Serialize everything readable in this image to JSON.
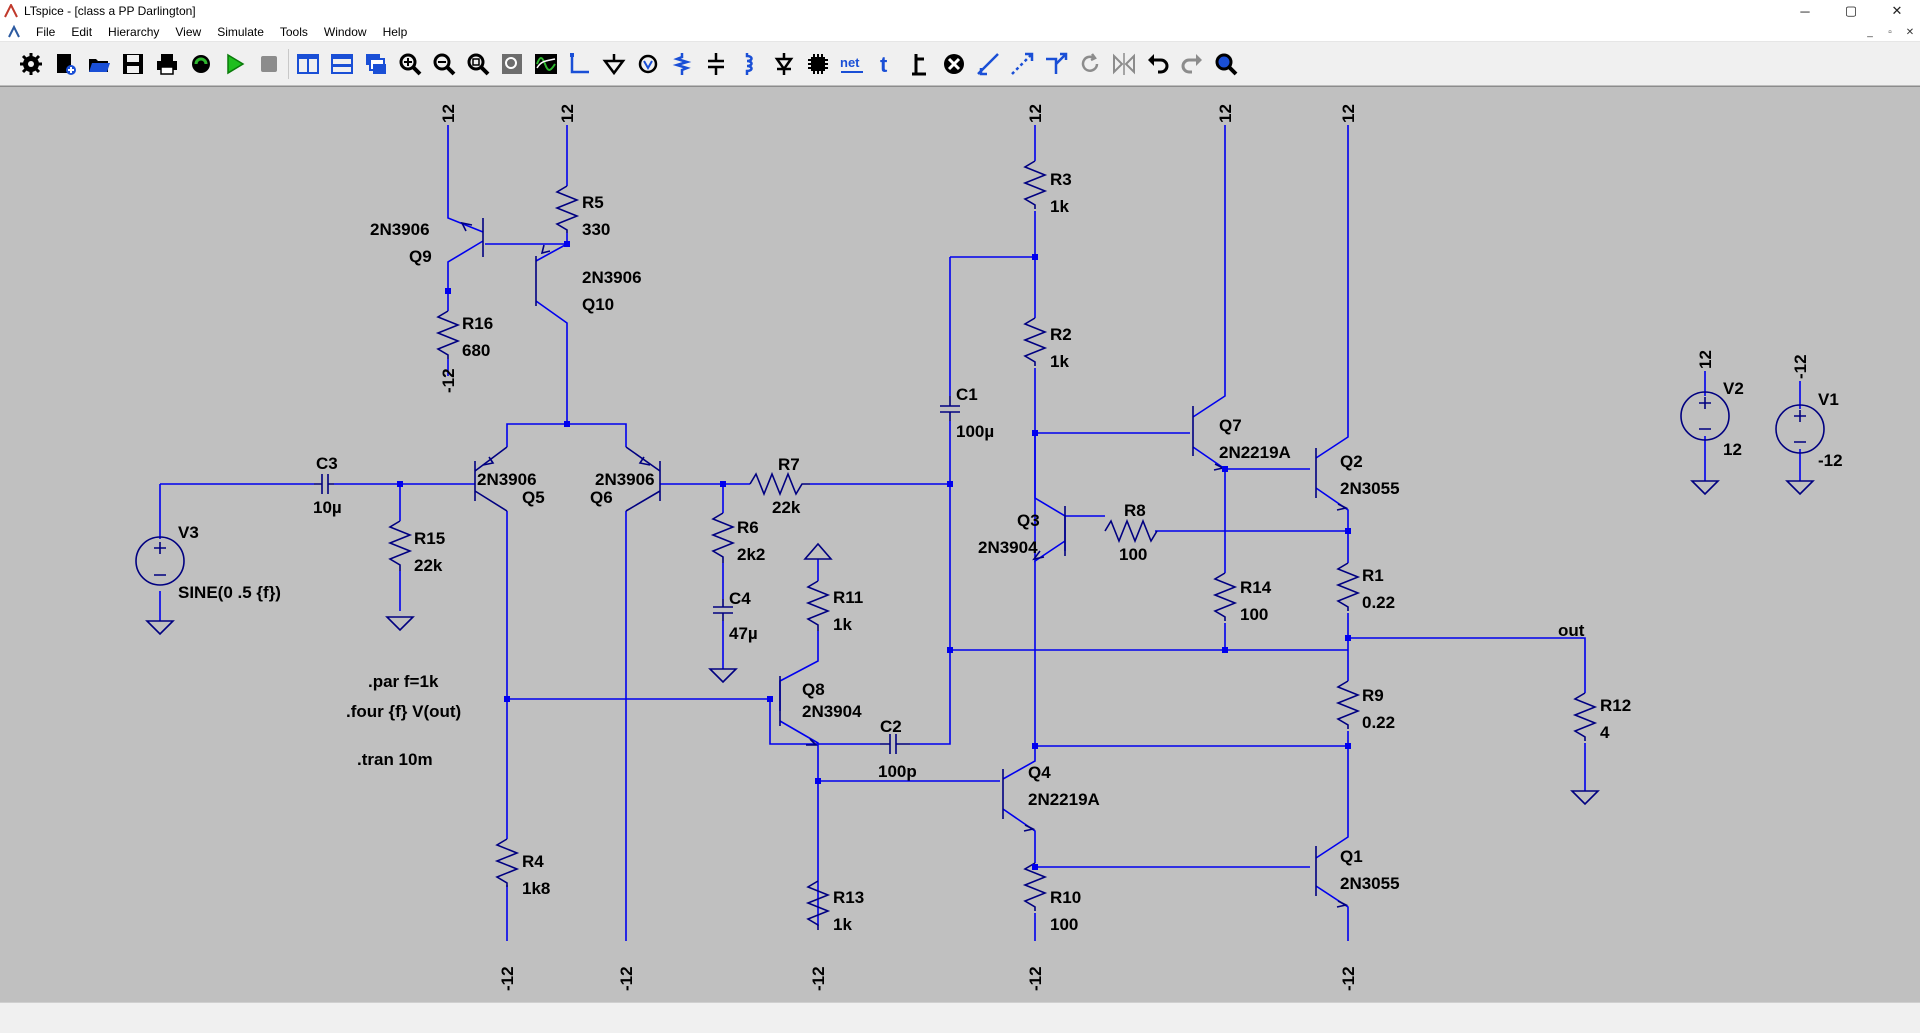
{
  "window": {
    "title": "LTspice - [class a PP Darlington]",
    "minimize": "─",
    "maximize": "▢",
    "close": "✕"
  },
  "menu": {
    "items": [
      "File",
      "Edit",
      "Hierarchy",
      "View",
      "Simulate",
      "Tools",
      "Window",
      "Help"
    ],
    "mdi": [
      "_",
      "▫",
      "✕"
    ]
  },
  "toolbar": {
    "icons": [
      "gear-icon",
      "new-schematic-icon",
      "open-icon",
      "save-icon",
      "print-icon",
      "control-panel-icon",
      "run-icon",
      "halt-icon",
      "tile-vertical-icon",
      "tile-horizontal-icon",
      "cascade-icon",
      "zoom-in-icon",
      "zoom-out-icon",
      "zoom-fit-icon",
      "zoom-area-icon",
      "waveform-icon",
      "wire-icon",
      "ground-icon",
      "label-icon",
      "resistor-icon",
      "capacitor-icon",
      "inductor-icon",
      "diode-icon",
      "component-icon",
      "net-name-icon",
      "text-icon",
      "spice-directive-icon",
      "delete-icon",
      "duplicate-icon",
      "move-icon",
      "drag-icon",
      "rotate-icon",
      "mirror-icon",
      "undo-icon",
      "redo-icon",
      "find-icon"
    ],
    "net_label": "net",
    "text_label": "t"
  },
  "schematic": {
    "supply_labels": {
      "q9_top": "12",
      "r5_top": "12",
      "r3_top": "12",
      "q7_top": "12",
      "q2_top": "12",
      "v2_top": "12",
      "v1_top": "-12",
      "r16_bottom": "-12",
      "r4_bottom": "-12",
      "q6_bottom": "-12",
      "r13_bottom": "-12",
      "r10_bottom": "-12",
      "q1_bottom": "-12"
    },
    "components": {
      "R5": {
        "name": "R5",
        "value": "330"
      },
      "R16": {
        "name": "R16",
        "value": "680"
      },
      "Q9": {
        "name": "Q9",
        "model": "2N3906"
      },
      "Q10": {
        "name": "Q10",
        "model": "2N3906"
      },
      "C3": {
        "name": "C3",
        "value": "10µ"
      },
      "V3": {
        "name": "V3",
        "value": "SINE(0 .5 {f})"
      },
      "R15": {
        "name": "R15",
        "value": "22k"
      },
      "Q5": {
        "name": "Q5",
        "model": "2N3906"
      },
      "Q6": {
        "name": "Q6",
        "model": "2N3906"
      },
      "R7": {
        "name": "R7",
        "value": "22k"
      },
      "R6": {
        "name": "R6",
        "value": "2k2"
      },
      "C4": {
        "name": "C4",
        "value": "47µ"
      },
      "R11": {
        "name": "R11",
        "value": "1k"
      },
      "Q8": {
        "name": "Q8",
        "model": "2N3904"
      },
      "C2": {
        "name": "C2",
        "value": "100p"
      },
      "R4": {
        "name": "R4",
        "value": "1k8"
      },
      "R13": {
        "name": "R13",
        "value": "1k"
      },
      "R3": {
        "name": "R3",
        "value": "1k"
      },
      "R2": {
        "name": "R2",
        "value": "1k"
      },
      "C1": {
        "name": "C1",
        "value": "100µ"
      },
      "Q3": {
        "name": "Q3",
        "model": "2N3904"
      },
      "R8": {
        "name": "R8",
        "value": "100"
      },
      "Q7": {
        "name": "Q7",
        "model": "2N2219A"
      },
      "R14": {
        "name": "R14",
        "value": "100"
      },
      "Q4": {
        "name": "Q4",
        "model": "2N2219A"
      },
      "R10": {
        "name": "R10",
        "value": "100"
      },
      "Q2": {
        "name": "Q2",
        "model": "2N3055"
      },
      "R1": {
        "name": "R1",
        "value": "0.22"
      },
      "R9": {
        "name": "R9",
        "value": "0.22"
      },
      "Q1": {
        "name": "Q1",
        "model": "2N3055"
      },
      "R12": {
        "name": "R12",
        "value": "4"
      },
      "V2": {
        "name": "V2",
        "value": "12"
      },
      "V1": {
        "name": "V1",
        "value": "-12"
      }
    },
    "net_out": "out",
    "directives": [
      ".par f=1k",
      ".four {f} V(out)",
      ".tran 10m"
    ]
  }
}
